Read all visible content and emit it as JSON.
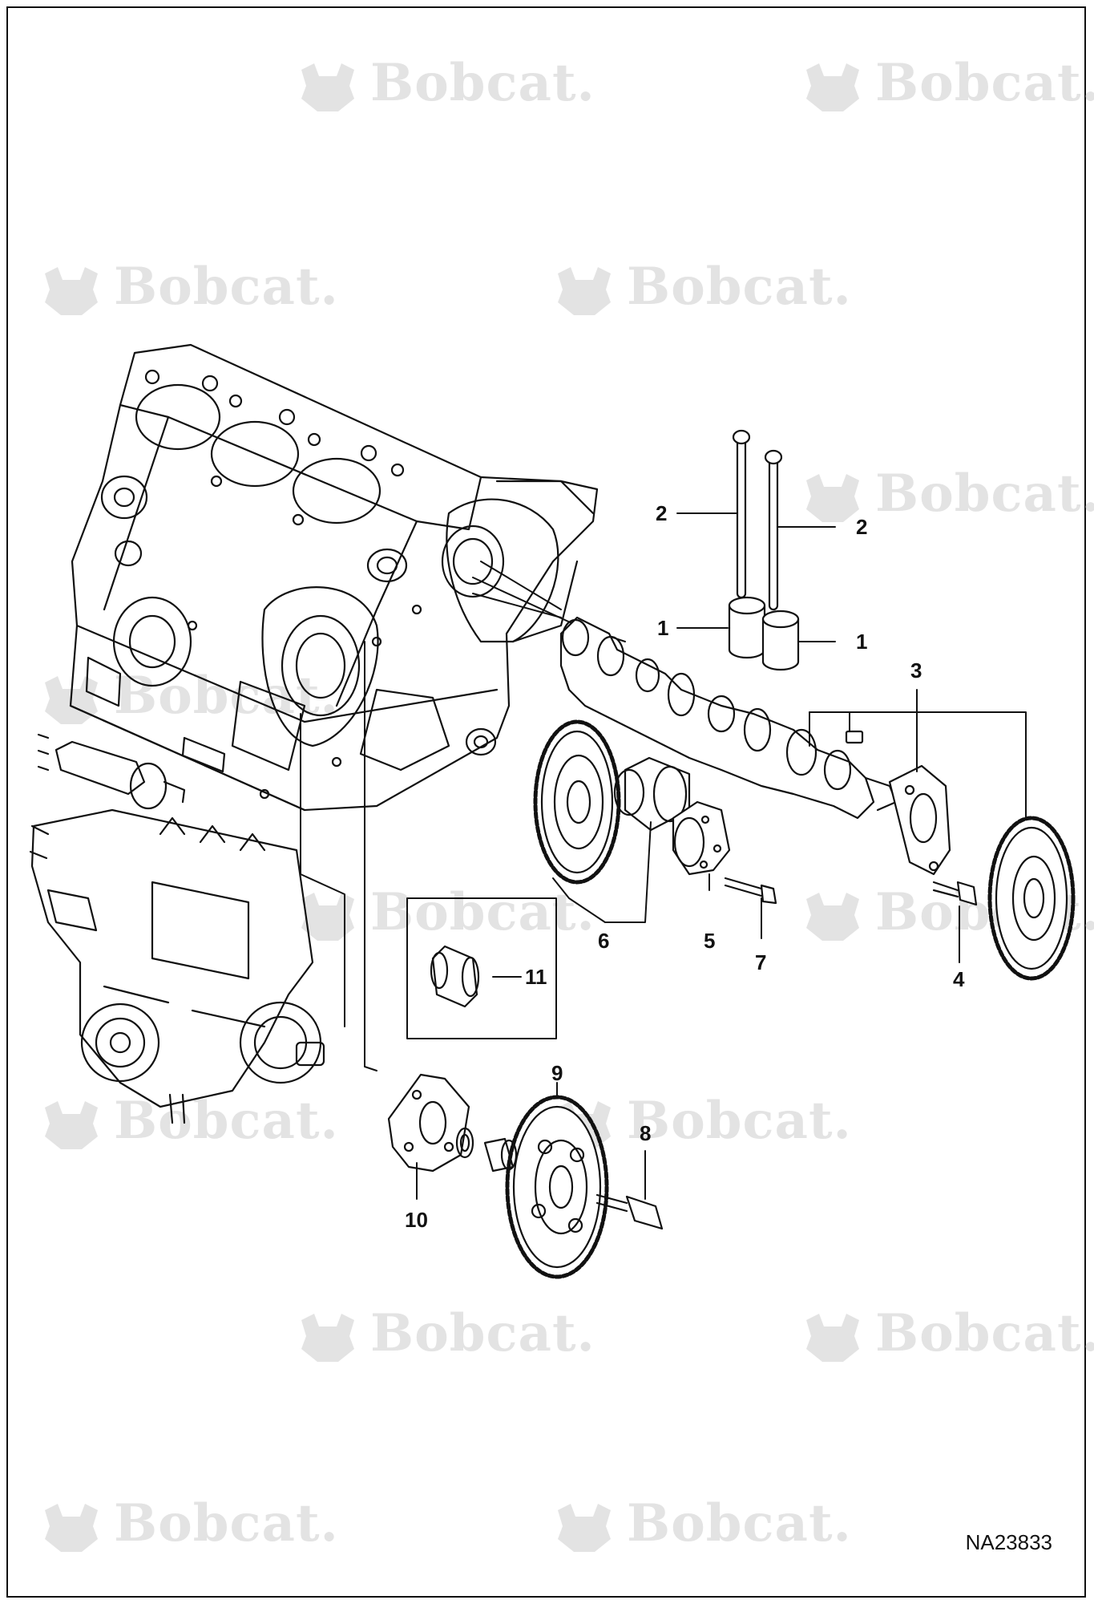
{
  "watermark_text": "Bobcat.",
  "document_id": "NA23833",
  "callouts": [
    {
      "id": "c2a",
      "label": "2"
    },
    {
      "id": "c2b",
      "label": "2"
    },
    {
      "id": "c1a",
      "label": "1"
    },
    {
      "id": "c1b",
      "label": "1"
    },
    {
      "id": "c3",
      "label": "3"
    },
    {
      "id": "c6",
      "label": "6"
    },
    {
      "id": "c5",
      "label": "5"
    },
    {
      "id": "c7",
      "label": "7"
    },
    {
      "id": "c4",
      "label": "4"
    },
    {
      "id": "c11",
      "label": "11"
    },
    {
      "id": "c9",
      "label": "9"
    },
    {
      "id": "c8",
      "label": "8"
    },
    {
      "id": "c10",
      "label": "10"
    }
  ],
  "colors": {
    "line": "#111111",
    "watermark": "#e3e3e3",
    "background": "#ffffff"
  }
}
